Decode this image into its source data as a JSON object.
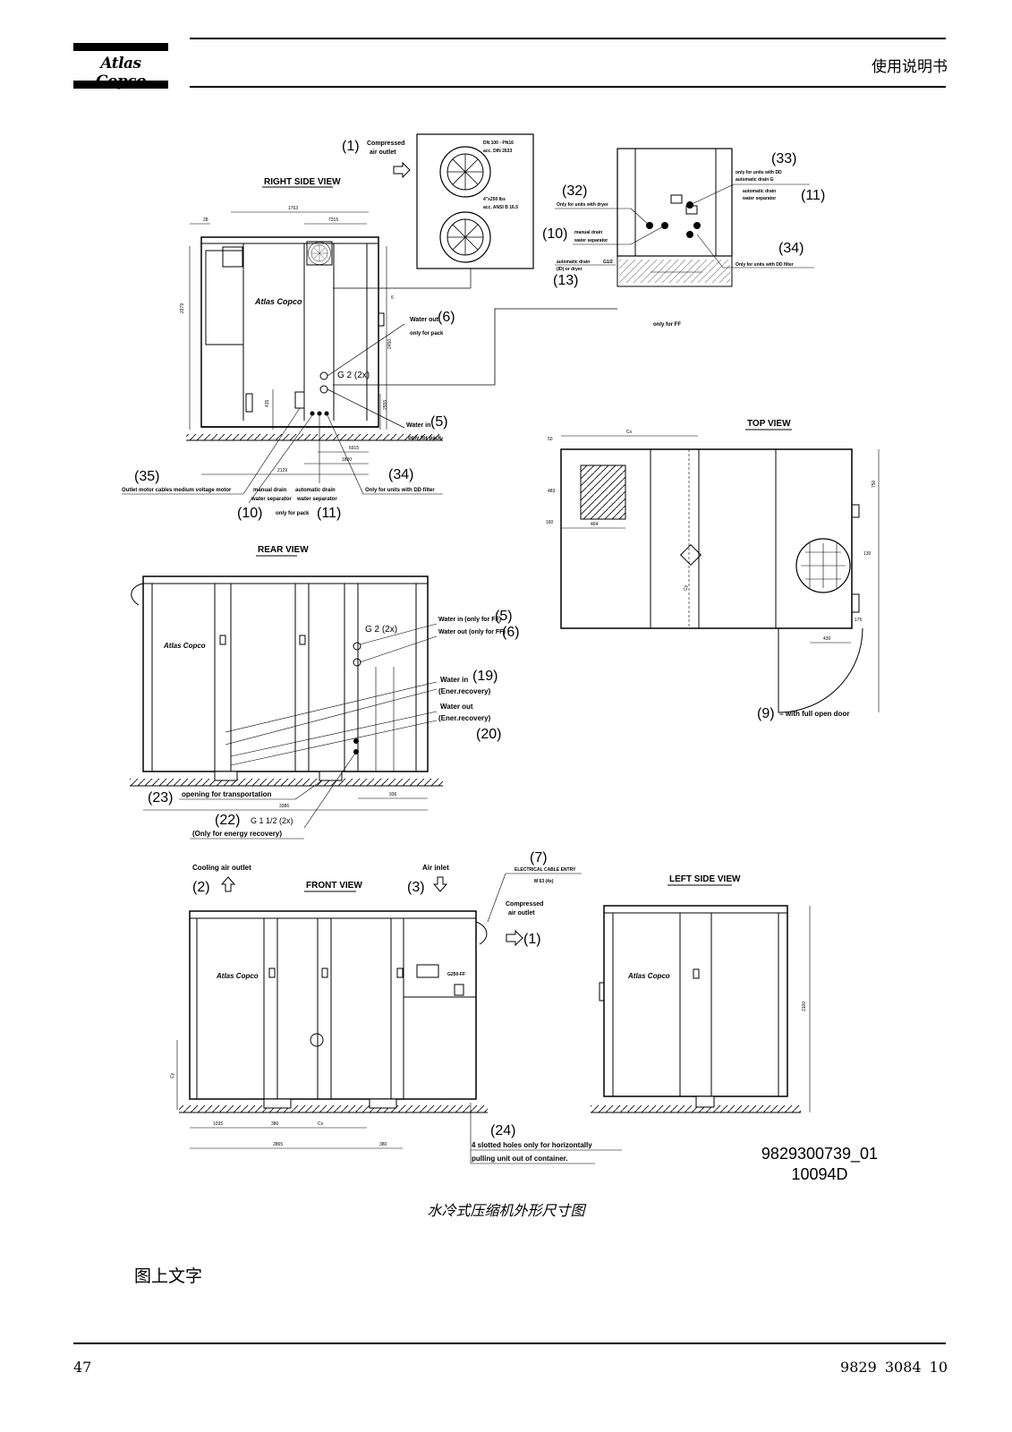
{
  "header": {
    "brand": "Atlas Copco",
    "title": "使用说明书"
  },
  "drawing": {
    "views": {
      "right_side": "RIGHT SIDE VIEW",
      "top": "TOP VIEW",
      "rear": "REAR VIEW",
      "front": "FRONT VIEW",
      "left_side": "LEFT SIDE VIEW"
    },
    "callouts": {
      "c1": "(1)",
      "c1_text_a": "Compressed",
      "c1_text_b": "air outlet",
      "c2": "(2)",
      "c2_text": "Cooling air outlet",
      "c3": "(3)",
      "c3_text": "Air inlet",
      "c5": "(5)",
      "c5_text_a": "Water in",
      "c5_text_b": "only for pack",
      "c6": "(6)",
      "c6_text_a": "Water out",
      "c6_text_b": "only for pack",
      "c5r_text": "Water in (only for FF)",
      "c6r_text": "Water out (only for FF)",
      "c7": "(7)",
      "c7_text_a": "ELECTRICAL CABLE ENTRY",
      "c7_text_b": "M 63 (4x)",
      "c9": "(9)",
      "c9_text": "= with full open door",
      "c10": "(10)",
      "c10_text_a": "manual drain",
      "c10_text_b": "water separator",
      "c11": "(11)",
      "c11_text_a": "automatic drain",
      "c11_text_b": "water separator",
      "only_pack": "only for pack",
      "c13": "(13)",
      "c13_text_a": "automatic drain",
      "c13_text_b": "G1/2",
      "c13_text_c": "(ID) or dryer",
      "c19": "(19)",
      "c19_text_a": "Water in",
      "c19_text_b": "(Ener.recovery)",
      "c20": "(20)",
      "c20_text_a": "Water out",
      "c20_text_b": "(Ener.recovery)",
      "c22": "(22)",
      "c22_text_a": "G 1 1/2 (2x)",
      "c22_text_b": "(Only for energy recovery)",
      "c23": "(23)",
      "c23_text": "opening for transportation",
      "c24": "(24)",
      "c24_text_a": "4 slotted holes only for horizontally",
      "c24_text_b": "pulling unit out of container.",
      "c32": "(32)",
      "c32_text": "Only for units with dryer",
      "c33": "(33)",
      "c33_text_a": "only for units with DD",
      "c33_text_b": "automatic drain G",
      "c34": "(34)",
      "c34_text": "Only for units with DD filter",
      "c35": "(35)",
      "c35_text": "Outlet motor cables medium voltage motor",
      "g2": "G 2 (2x)",
      "only_ff": "only for FF",
      "cabinet_label": "G250-FF",
      "flange_a": "DN 100 - PN16",
      "flange_b": "acc. DIN 2633",
      "flange_c": "4\"x250 lbs",
      "flange_d": "acc. ANSI B 16.5"
    },
    "dims": {
      "d1763": "1763",
      "d7315": "7315",
      "d28": "28",
      "d2379": "2379",
      "d6": "6",
      "d2450": "2450",
      "d415": "415",
      "d2555": "2555",
      "d6915": "6915",
      "d1800": "1800",
      "d2129": "2129",
      "dCx": "Cx",
      "dCy": "Cy",
      "d50": "50",
      "d160": "160",
      "d464": "464",
      "d483": "483",
      "d750": "750",
      "d130": "130",
      "d175": "175",
      "d430": "430",
      "d3386": "3386",
      "d936": "936",
      "d1035": "1035",
      "d380": "380",
      "d2865": "2865",
      "d2100": "2100"
    },
    "drawing_no_a": "9829300739_01",
    "drawing_no_b": "10094D"
  },
  "caption": "水冷式压缩机外形尺寸图",
  "body_text": "图上文字",
  "footer": {
    "page": "47",
    "doc_number": "9829 3084 10"
  }
}
